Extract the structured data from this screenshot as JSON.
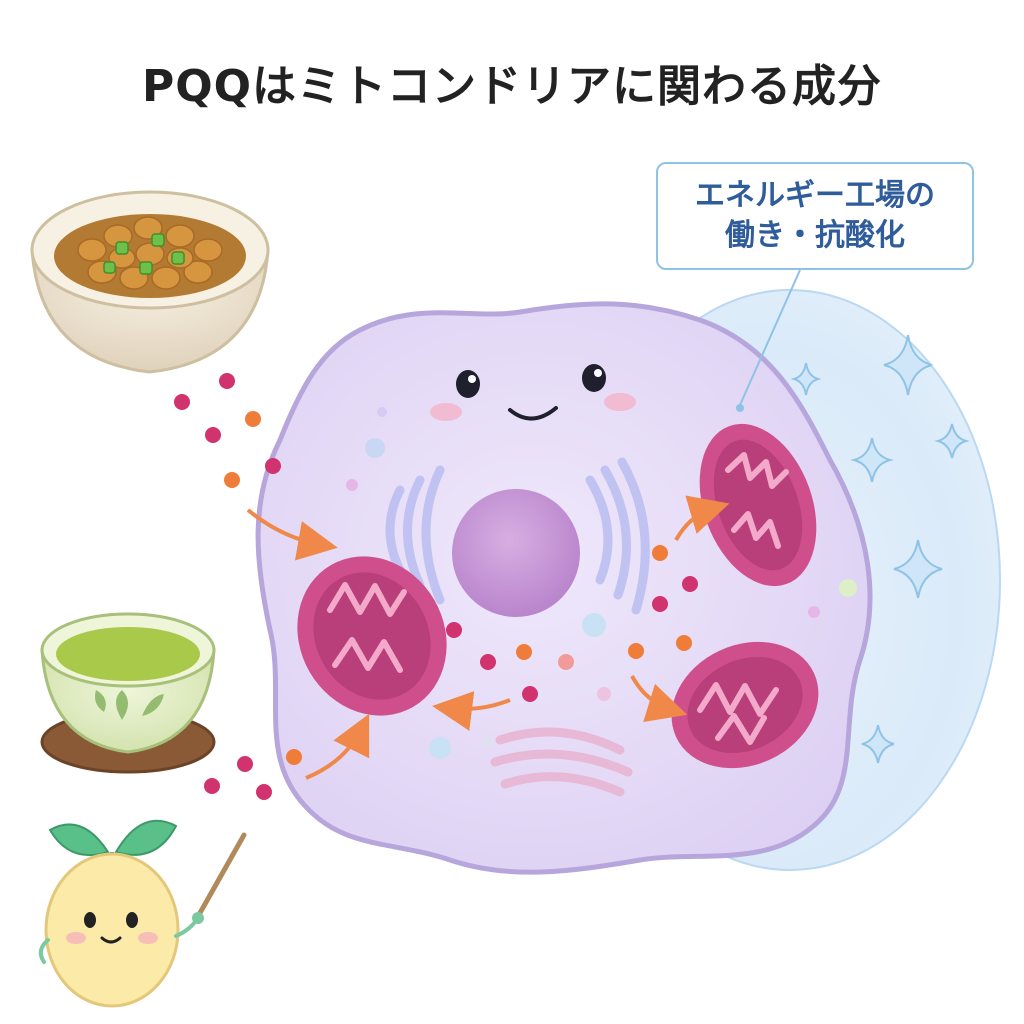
{
  "title": "PQQはミトコンドリアに関わる成分",
  "callout": {
    "line1": "エネルギー工場の",
    "line2": "働き・抗酸化"
  },
  "colors": {
    "title": "#222222",
    "callout_text": "#2f5c9a",
    "callout_border": "#8fc3e6",
    "cell_fill": "#e6dcf5",
    "cell_outline": "#b7a6dc",
    "nucleus": "#c99ad8",
    "mitochondria": "#cf4f8c",
    "mitochondria_inner": "#a83a72",
    "particle_magenta": "#d0336e",
    "particle_orange": "#f07c3a",
    "arrow": "#f0884a",
    "glow": "#cfe4f7",
    "sparkle": "#a9d3f0",
    "natto": "#c98a3c",
    "green_onion": "#6ec04a",
    "tea": "#a9c94a",
    "sprout_leaf": "#59c08a",
    "sprout_body": "#fbeaa8"
  },
  "icons": [
    "natto-bowl-icon",
    "green-tea-cup-icon",
    "sprout-mascot-icon",
    "sparkle-icon",
    "mitochondria-icon",
    "nucleus-icon"
  ]
}
